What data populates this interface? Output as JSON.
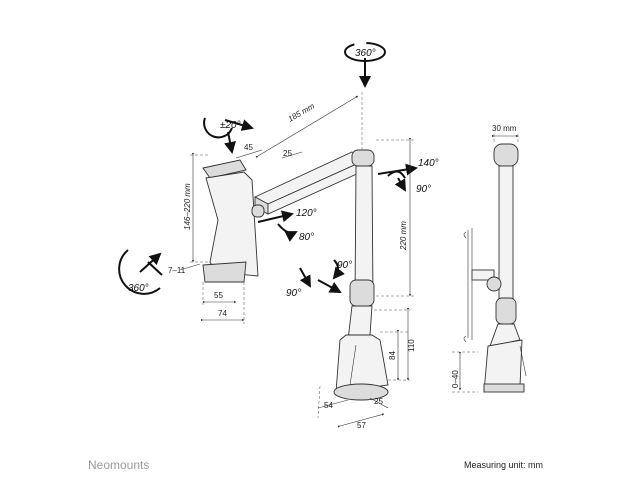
{
  "footer": {
    "brand": "Neomounts",
    "unit_note": "Measuring unit: mm"
  },
  "rotations": {
    "top": "360°",
    "head_tilt": "±20°",
    "joint_up": "140°",
    "joint_down": "90°",
    "mid_up": "120°",
    "mid_down": "80°",
    "base_right": "90°",
    "base_left": "90°",
    "holder": "360°"
  },
  "dimensions": {
    "arm_length": "185 mm",
    "head_offset": "45",
    "arm_offset": "25",
    "holder_range": "146–220 mm",
    "column_height": "220 mm",
    "clamp_gap": "7–11",
    "holder_depth": "55",
    "holder_width": "74",
    "base_84": "84",
    "base_110": "110",
    "base_54": "54",
    "base_25": "25",
    "base_57": "57",
    "side_width": "30 mm",
    "side_clamp": "0–40"
  },
  "colors": {
    "line": "#333333",
    "brand": "#9a9a9a"
  }
}
